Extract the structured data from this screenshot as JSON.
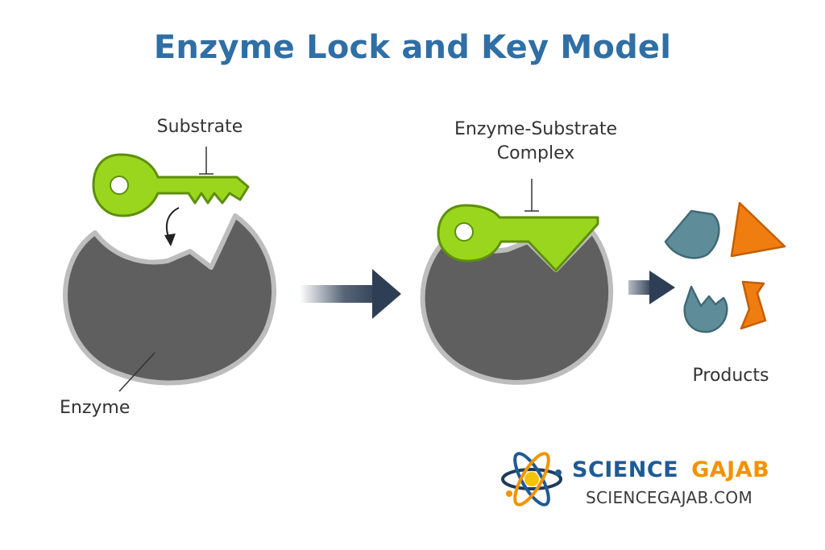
{
  "title": "Enzyme Lock and Key Model",
  "labels": {
    "substrate": "Substrate",
    "complex_line1": "Enzyme-Substrate",
    "complex_line2": "Complex",
    "enzyme": "Enzyme",
    "products": "Products"
  },
  "brand": {
    "word1": "SCIENCE",
    "word2": "GAJAB",
    "url": "SCIENCEGAJAB.COM",
    "logo_icon": "atom-icon"
  },
  "colors": {
    "title": "#2f6fa5",
    "enzyme_fill": "#5f5f5f",
    "enzyme_rim": "#bdbdbd",
    "key_fill": "#9bd61f",
    "key_stroke": "#5e8f0a",
    "product_teal": "#5e8d99",
    "product_orange": "#f07d10",
    "arrow": "#2e3f55"
  }
}
